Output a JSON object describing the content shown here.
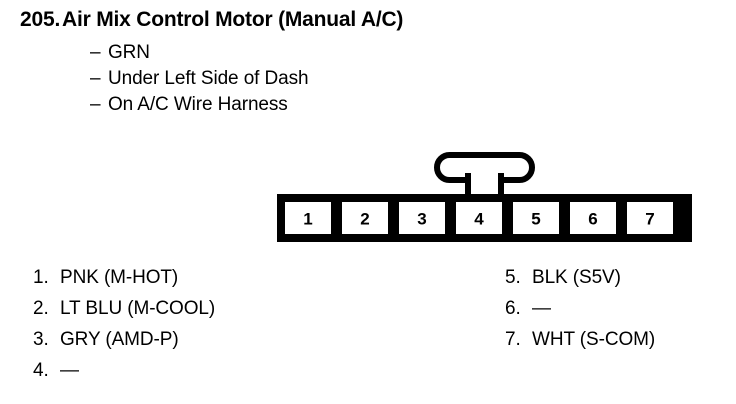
{
  "heading": {
    "item_number": "205.",
    "title": "Air Mix Control Motor (Manual A/C)",
    "bullet_marker": "–",
    "bullets": [
      "GRN",
      "Under Left Side of Dash",
      "On A/C Wire Harness"
    ]
  },
  "connector": {
    "name": "7-pin connector",
    "pin_count": 7,
    "pin_numbers": [
      "1",
      "2",
      "3",
      "4",
      "5",
      "6",
      "7"
    ],
    "locking_tab": {
      "name": "locking-tab",
      "position": "above pin 4 / pin 5 divider"
    },
    "colors": {
      "outline": "#000000",
      "cell_fill": "#ffffff"
    }
  },
  "legend": {
    "left_column": [
      {
        "num": "1.",
        "label": "PNK (M-HOT)"
      },
      {
        "num": "2.",
        "label": "LT BLU (M-COOL)"
      },
      {
        "num": "3.",
        "label": "GRY (AMD-P)"
      },
      {
        "num": "4.",
        "label": "—"
      }
    ],
    "right_column": [
      {
        "num": "5.",
        "label": "BLK (S5V)"
      },
      {
        "num": "6.",
        "label": "—"
      },
      {
        "num": "7.",
        "label": "WHT (S-COM)"
      }
    ]
  }
}
